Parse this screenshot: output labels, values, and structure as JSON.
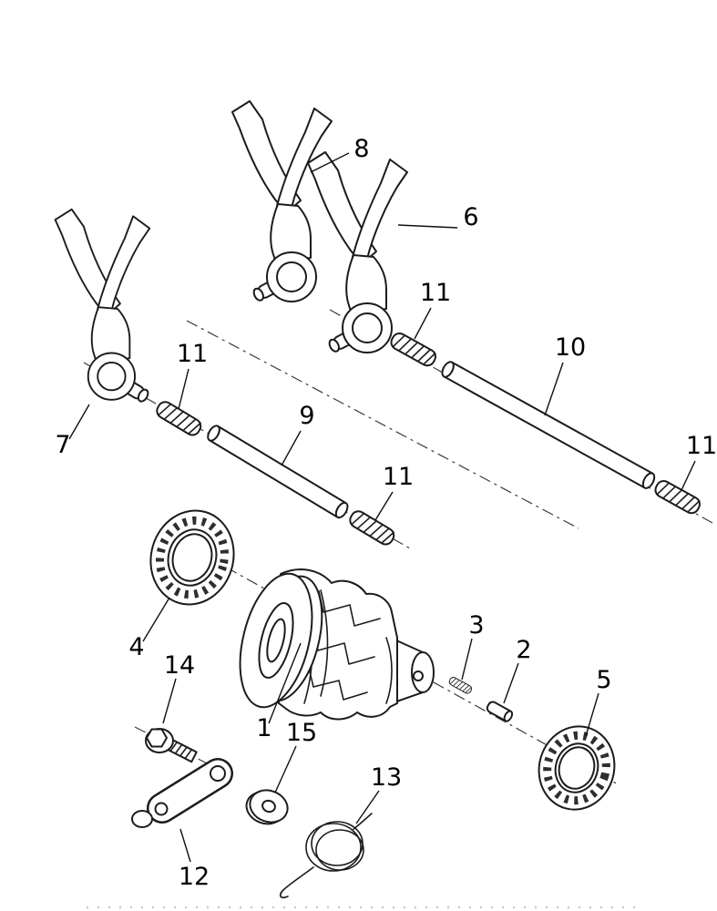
{
  "page": {
    "background": "#ffffff",
    "ink_color": "#1c1c1c",
    "label_color": "#000000"
  },
  "diagram": {
    "kind": "exploded-parts-diagram",
    "callouts": [
      {
        "text": "8"
      },
      {
        "text": "6"
      },
      {
        "text": "11"
      },
      {
        "text": "10"
      },
      {
        "text": "11"
      },
      {
        "text": "9"
      },
      {
        "text": "7"
      },
      {
        "text": "11"
      },
      {
        "text": "11"
      },
      {
        "text": "4"
      },
      {
        "text": "1"
      },
      {
        "text": "3"
      },
      {
        "text": "2"
      },
      {
        "text": "5"
      },
      {
        "text": "14"
      },
      {
        "text": "15"
      },
      {
        "text": "13"
      },
      {
        "text": "12"
      }
    ]
  }
}
